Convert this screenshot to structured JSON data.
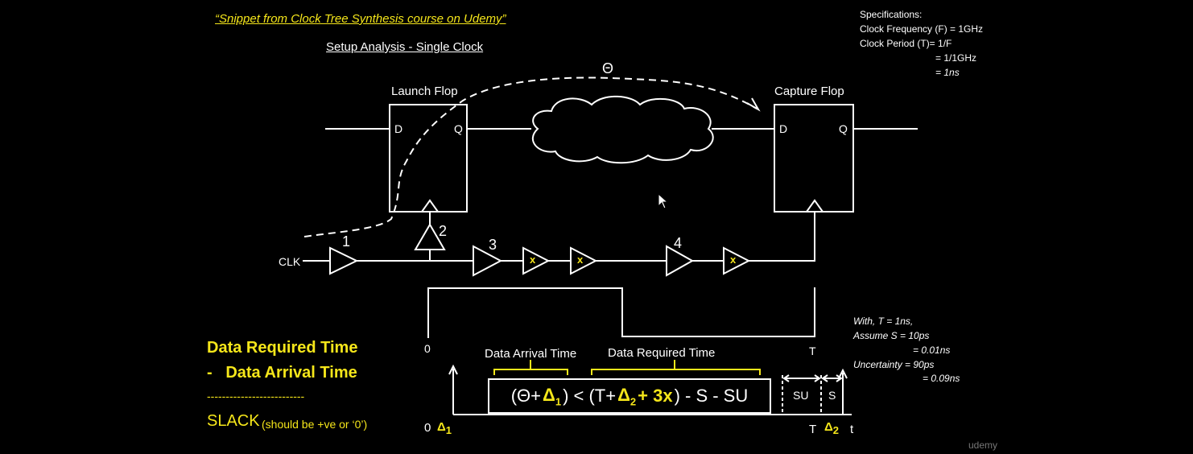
{
  "header": {
    "snippet": "“Snippet from Clock Tree Synthesis course on Udemy”",
    "title": "Setup Analysis - Single Clock"
  },
  "specs": {
    "heading": "Specifications:",
    "freq": "Clock Frequency (F) = 1GHz",
    "period": "Clock Period (T)= 1/F",
    "period2": "= 1/1GHz",
    "period3": "= 1ns"
  },
  "flops": {
    "launch": "Launch Flop",
    "capture": "Capture Flop",
    "d": "D",
    "q": "Q"
  },
  "clock": {
    "clk": "CLK",
    "theta": "Θ",
    "buf1": "1",
    "buf2": "2",
    "buf3": "3",
    "buf4": "4",
    "x": "x"
  },
  "waveform": {
    "zero": "0",
    "t": "T"
  },
  "timeline": {
    "arrival": "Data Arrival Time",
    "required": "Data Required Time",
    "zero": "0",
    "d1": "Δ",
    "d1sub": "1",
    "T": "T",
    "d2": "Δ",
    "d2sub": "2",
    "t": "t",
    "su": "SU",
    "s": "S"
  },
  "equation": {
    "p1": "(Θ+",
    "delta1": "Δ",
    "sub1": "1",
    "p2": ") < (T+ ",
    "delta2": "Δ",
    "sub2": "2",
    "p3": " + 3x",
    "p4": ") - S - SU"
  },
  "slack": {
    "line1": "Data Required Time",
    "line2": "-   Data Arrival Time",
    "dashes": "--------------------------",
    "label": "SLACK",
    "note": "(should be +ve or ‘0’)"
  },
  "assumptions": {
    "with": "With, T = 1ns,",
    "s": "Assume S = 10ps",
    "s2": "= 0.01ns",
    "u": "Uncertainty = 90ps",
    "u2": "= 0.09ns"
  },
  "watermark": "udemy",
  "colors": {
    "accent": "#f5e61a",
    "line": "#ffffff",
    "background": "#000000"
  }
}
